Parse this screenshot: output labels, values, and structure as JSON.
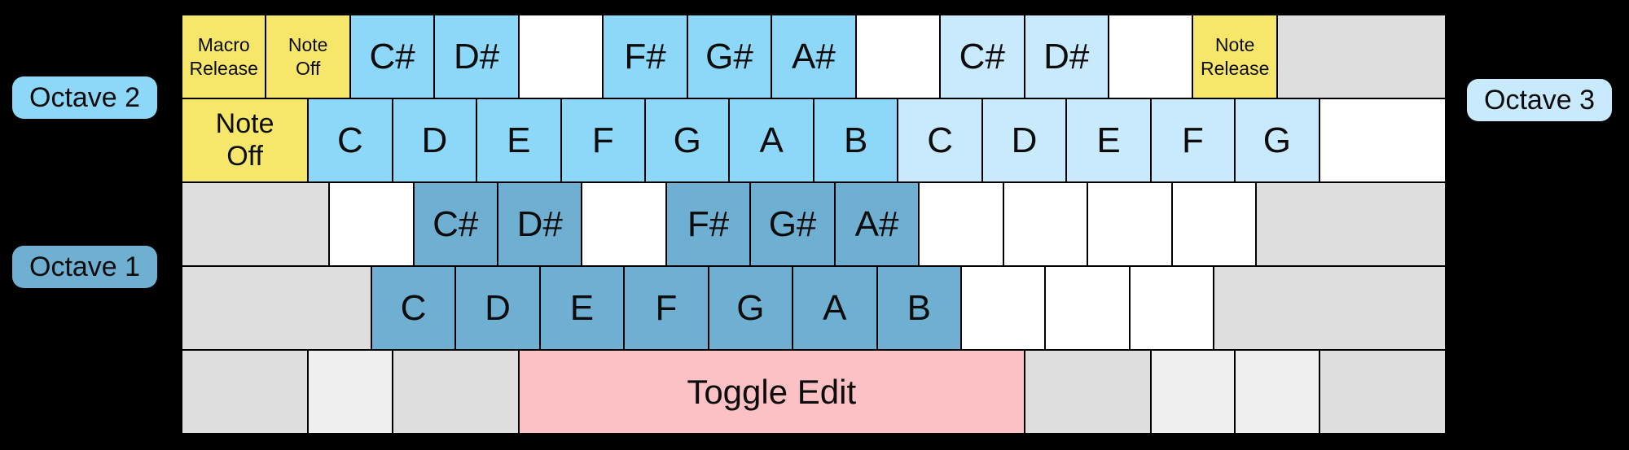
{
  "labels": {
    "octave2": "Octave 2",
    "octave1": "Octave 1",
    "octave3": "Octave 3"
  },
  "colors": {
    "background": "#000000",
    "key_border": "#000000",
    "text": "#0c0c0c",
    "octave2_blue": "#8dd8f8",
    "octave3_blue": "#c9eafc",
    "octave1_blue": "#6fb0d2",
    "macro_yellow": "#f6e76a",
    "toggle_pink": "#fcc1c5",
    "special_gray": "#dedede",
    "special_gray_light": "#efefef",
    "blank_white": "#ffffff"
  },
  "keyboard": {
    "rows": [
      {
        "name": "number-row",
        "keys": [
          {
            "name": "macro-release-key",
            "label": "Macro\nRelease",
            "color": "yellow",
            "w": 1,
            "size": "small"
          },
          {
            "name": "note-off-key",
            "label": "Note\nOff",
            "color": "yellow",
            "w": 1,
            "size": "small"
          },
          {
            "name": "note-c-sharp-2-key",
            "label": "C#",
            "color": "oct2",
            "w": 1
          },
          {
            "name": "note-d-sharp-2-key",
            "label": "D#",
            "color": "oct2",
            "w": 1
          },
          {
            "name": "unmapped-key",
            "label": "",
            "color": "white",
            "w": 1
          },
          {
            "name": "note-f-sharp-2-key",
            "label": "F#",
            "color": "oct2",
            "w": 1
          },
          {
            "name": "note-g-sharp-2-key",
            "label": "G#",
            "color": "oct2",
            "w": 1
          },
          {
            "name": "note-a-sharp-2-key",
            "label": "A#",
            "color": "oct2",
            "w": 1
          },
          {
            "name": "unmapped-key",
            "label": "",
            "color": "white",
            "w": 1
          },
          {
            "name": "note-c-sharp-3-key",
            "label": "C#",
            "color": "oct3",
            "w": 1
          },
          {
            "name": "note-d-sharp-3-key",
            "label": "D#",
            "color": "oct3",
            "w": 1
          },
          {
            "name": "unmapped-key",
            "label": "",
            "color": "white",
            "w": 1
          },
          {
            "name": "note-release-key",
            "label": "Note\nRelease",
            "color": "yellow",
            "w": 1,
            "size": "small"
          },
          {
            "name": "special-blank-key",
            "label": "",
            "color": "gray",
            "w": 2
          }
        ]
      },
      {
        "name": "top-letter-row",
        "keys": [
          {
            "name": "note-off-wide-key",
            "label": "Note\nOff",
            "color": "yellow",
            "w": 1.5,
            "size": "medium"
          },
          {
            "name": "note-c-2-key",
            "label": "C",
            "color": "oct2",
            "w": 1
          },
          {
            "name": "note-d-2-key",
            "label": "D",
            "color": "oct2",
            "w": 1
          },
          {
            "name": "note-e-2-key",
            "label": "E",
            "color": "oct2",
            "w": 1
          },
          {
            "name": "note-f-2-key",
            "label": "F",
            "color": "oct2",
            "w": 1
          },
          {
            "name": "note-g-2-key",
            "label": "G",
            "color": "oct2",
            "w": 1
          },
          {
            "name": "note-a-2-key",
            "label": "A",
            "color": "oct2",
            "w": 1
          },
          {
            "name": "note-b-2-key",
            "label": "B",
            "color": "oct2",
            "w": 1
          },
          {
            "name": "note-c-3-key",
            "label": "C",
            "color": "oct3",
            "w": 1
          },
          {
            "name": "note-d-3-key",
            "label": "D",
            "color": "oct3",
            "w": 1
          },
          {
            "name": "note-e-3-key",
            "label": "E",
            "color": "oct3",
            "w": 1
          },
          {
            "name": "note-f-3-key",
            "label": "F",
            "color": "oct3",
            "w": 1
          },
          {
            "name": "note-g-3-key",
            "label": "G",
            "color": "oct3",
            "w": 1
          },
          {
            "name": "unmapped-key",
            "label": "",
            "color": "white",
            "w": 1.5
          }
        ]
      },
      {
        "name": "home-row",
        "keys": [
          {
            "name": "special-blank-key",
            "label": "",
            "color": "gray",
            "w": 1.75
          },
          {
            "name": "unmapped-key",
            "label": "",
            "color": "white",
            "w": 1
          },
          {
            "name": "note-c-sharp-1-key",
            "label": "C#",
            "color": "oct1",
            "w": 1
          },
          {
            "name": "note-d-sharp-1-key",
            "label": "D#",
            "color": "oct1",
            "w": 1
          },
          {
            "name": "unmapped-key",
            "label": "",
            "color": "white",
            "w": 1
          },
          {
            "name": "note-f-sharp-1-key",
            "label": "F#",
            "color": "oct1",
            "w": 1
          },
          {
            "name": "note-g-sharp-1-key",
            "label": "G#",
            "color": "oct1",
            "w": 1
          },
          {
            "name": "note-a-sharp-1-key",
            "label": "A#",
            "color": "oct1",
            "w": 1
          },
          {
            "name": "unmapped-key",
            "label": "",
            "color": "white",
            "w": 1
          },
          {
            "name": "unmapped-key",
            "label": "",
            "color": "white",
            "w": 1
          },
          {
            "name": "unmapped-key",
            "label": "",
            "color": "white",
            "w": 1
          },
          {
            "name": "unmapped-key",
            "label": "",
            "color": "white",
            "w": 1
          },
          {
            "name": "special-blank-key",
            "label": "",
            "color": "gray",
            "w": 2.25
          }
        ]
      },
      {
        "name": "bottom-letter-row",
        "keys": [
          {
            "name": "special-blank-key",
            "label": "",
            "color": "gray",
            "w": 2.25
          },
          {
            "name": "note-c-1-key",
            "label": "C",
            "color": "oct1",
            "w": 1
          },
          {
            "name": "note-d-1-key",
            "label": "D",
            "color": "oct1",
            "w": 1
          },
          {
            "name": "note-e-1-key",
            "label": "E",
            "color": "oct1",
            "w": 1
          },
          {
            "name": "note-f-1-key",
            "label": "F",
            "color": "oct1",
            "w": 1
          },
          {
            "name": "note-g-1-key",
            "label": "G",
            "color": "oct1",
            "w": 1
          },
          {
            "name": "note-a-1-key",
            "label": "A",
            "color": "oct1",
            "w": 1
          },
          {
            "name": "note-b-1-key",
            "label": "B",
            "color": "oct1",
            "w": 1
          },
          {
            "name": "unmapped-key",
            "label": "",
            "color": "white",
            "w": 1
          },
          {
            "name": "unmapped-key",
            "label": "",
            "color": "white",
            "w": 1
          },
          {
            "name": "unmapped-key",
            "label": "",
            "color": "white",
            "w": 1
          },
          {
            "name": "special-blank-key",
            "label": "",
            "color": "gray",
            "w": 2.75
          }
        ]
      },
      {
        "name": "space-row",
        "keys": [
          {
            "name": "special-blank-key",
            "label": "",
            "color": "gray",
            "w": 1.5
          },
          {
            "name": "special-blank-key-light",
            "label": "",
            "color": "graylight",
            "w": 1
          },
          {
            "name": "special-blank-key",
            "label": "",
            "color": "gray",
            "w": 1.5
          },
          {
            "name": "toggle-edit-key",
            "label": "Toggle Edit",
            "color": "pink",
            "w": 6,
            "size": "large"
          },
          {
            "name": "special-blank-key",
            "label": "",
            "color": "gray",
            "w": 1.5
          },
          {
            "name": "special-blank-key-light",
            "label": "",
            "color": "graylight",
            "w": 1
          },
          {
            "name": "special-blank-key-light",
            "label": "",
            "color": "graylight",
            "w": 1
          },
          {
            "name": "special-blank-key",
            "label": "",
            "color": "gray",
            "w": 1.5
          }
        ]
      }
    ]
  }
}
